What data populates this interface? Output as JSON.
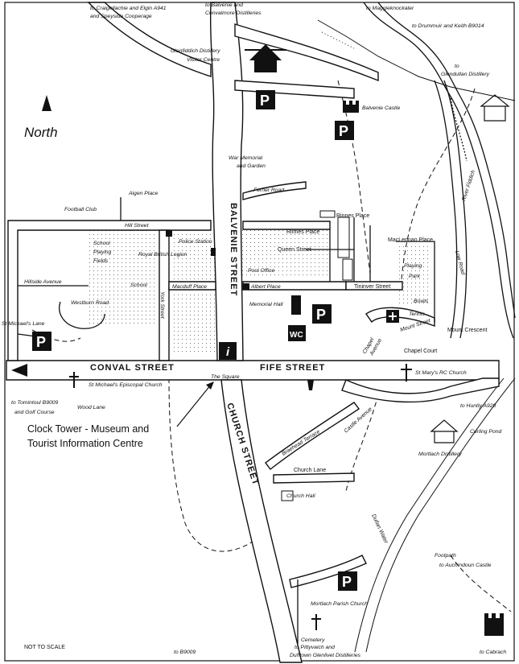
{
  "north": "North",
  "not_to_scale": "NOT TO SCALE",
  "clock_tower": [
    "Clock Tower - Museum and",
    "Tourist Information Centre"
  ],
  "streets": {
    "balvenie": "BALVENIE STREET",
    "conval": "CONVAL STREET",
    "fife": "FIFE STREET",
    "church": "CHURCH STREET"
  },
  "labels": {
    "craigellachie": "to Craigellachie and Elgin A941",
    "speyside": "and Speyside Cooperage",
    "balvenie_conval": "to Balvenie and",
    "conval_distilleries": "Convalmore Distilleries",
    "maggieknockater": "to Maggieknockater",
    "drummuir": "to Drummuir and Keith B9014",
    "glendullan_to": "to",
    "glendullan": "Glendullan Distillery",
    "glenfiddich": "Glenfiddich Distillery",
    "visitor_centre": "Visitor Centre",
    "balvenie_castle": "Balvenie Castle",
    "war_memorial": "War Memorial",
    "and_garden": "and Garden",
    "ferrier_road": "Ferrier Road",
    "aigen_place": "Aigen Place",
    "football_club": "Football Club",
    "hill_street": "Hill Street",
    "police_station": "Police Station",
    "royal_british_legion": "Royal British Legion",
    "school_playing": "School",
    "playing": "Playing",
    "fields": "Fields",
    "school": "School",
    "hillside_avenue": "Hillside Avenue",
    "westburn_road": "Westburn Road",
    "macduff_place": "Macduff Place",
    "york_street": "York Street",
    "post_office": "Post Office",
    "albert_place": "Albert Place",
    "memorial_hall": "Memorial Hall",
    "rinnes_place_1": "Rinnes Place",
    "rinnes_place_2": "Rinnes Place",
    "queen_street": "Queen Street",
    "maclennan_place": "MacLennan Place",
    "playing_park_1": "Playing",
    "playing_park_2": "Park",
    "bowls": "Bowls",
    "tennis": "Tennis",
    "tininver_street": "Tininver Street",
    "mount_crescent": "Mount Crescent",
    "chapel_court": "Chapel Court",
    "mount_street": "Mount Street",
    "chapel_avenue_1": "Chapel",
    "chapel_avenue_2": "Avenue",
    "st_marys": "St Mary's RC Church",
    "huntly": "to Huntly A920",
    "curling_pond": "Curling Pond",
    "mortlach_distillery": "Mortlach Distillery",
    "river_fiddich": "River Fiddich",
    "low_road": "Low Road",
    "st_michaels_lane": "St Michael's Lane",
    "st_michaels_church": "St Michael's Episcopal Church",
    "the_square": "The Square",
    "tomintoul": "to Tomintoul B9009",
    "golf_course": "and Golf Course",
    "wood_lane": "Wood Lane",
    "braehead_terrace": "Braehead Terrace",
    "castle_avenue": "Castle Avenue",
    "church_lane": "Church Lane",
    "church_hall": "Church Hall",
    "dullan_water": "Dullan Water",
    "footpath": "Footpath",
    "auchindoun": "to Auchindoun Castle",
    "mortlach_parish": "Mortlach Parish Church",
    "cemetery": "Cemetery",
    "pittyvaich": "to Pittyvaich and",
    "dufftown_glenlivet": "Dufftown Glenlivet Distilleries",
    "b9009": "to B9009",
    "cabrach": "to Cabrach"
  },
  "symbols": {
    "parking": "P",
    "wc": "WC",
    "info": "i"
  }
}
